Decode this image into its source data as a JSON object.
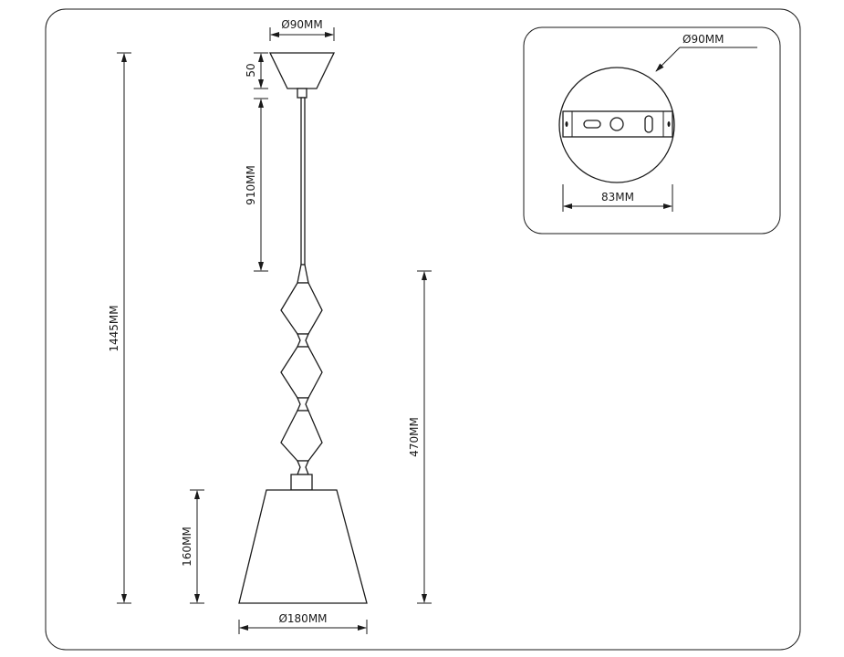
{
  "dimensions": {
    "canopy_diameter": "Ø90MM",
    "canopy_height": "50",
    "rod_length": "910MM",
    "total_height": "1445MM",
    "body_height": "470MM",
    "shade_height": "160MM",
    "shade_diameter": "Ø180MM"
  },
  "inset": {
    "mount_diameter": "Ø90MM",
    "bracket_width": "83MM"
  }
}
